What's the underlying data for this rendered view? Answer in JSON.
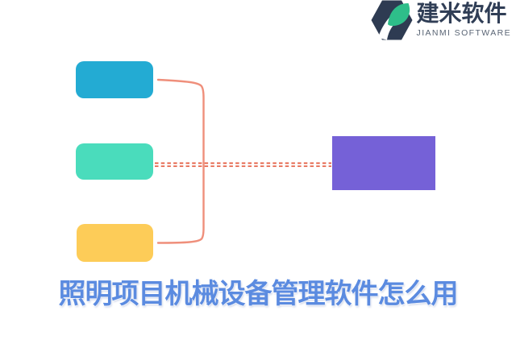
{
  "background_color": "#FFFFFF",
  "logo": {
    "name": "建米软件",
    "subtitle": "JIANMI SOFTWARE",
    "colors": {
      "name": "#303E56",
      "subtitle": "#5A6575",
      "hexagon": "#2E3B52",
      "leaf": "#2EBE8A",
      "swoosh": "#FFFFFF"
    }
  },
  "diagram": {
    "left_boxes": [
      {
        "id": "top-box",
        "color": "#23ABD3"
      },
      {
        "id": "middle-box",
        "color": "#4ADCBC"
      },
      {
        "id": "bottom-box",
        "color": "#FDCC58"
      }
    ],
    "right_box": {
      "color": "#7561D7"
    },
    "connectors": {
      "bracket_color": "#EF8F7B",
      "dashed_color": "#E2573B"
    }
  },
  "title": {
    "text": "照明项目机械设备管理软件怎么用",
    "color": "#5B8BE0"
  }
}
